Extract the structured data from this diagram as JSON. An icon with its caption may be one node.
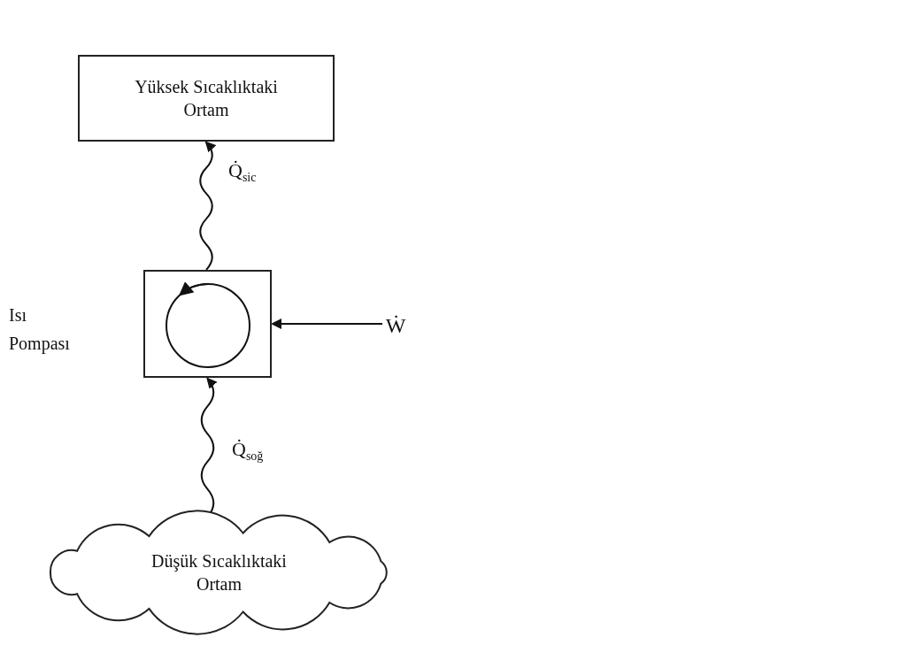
{
  "diagram": {
    "nodes": [
      {
        "text": [
          "Yüksek Sıcaklıktaki Ortam"
        ]
      },
      {
        "text": [],
        "shape": "box"
      },
      {
        "text": [
          "Düşük Sıcaklıktaki Ortam"
        ]
      },
      {
        "text": [
          "Ẇ"
        ]
      }
    ],
    "edges": [
      {
        "from": 1,
        "to": 0,
        "arrow": "to",
        "label": "Q̇$_{sic}$"
      },
      {
        "from": 2,
        "to": 1,
        "arrow": "to",
        "label": "Q̇$_{soğ}$"
      },
      {
        "from": 3,
        "to": 1,
        "arrow": "to"
      }
    ],
    "labels": [
      "Isı Pompası"
    ]
  }
}
